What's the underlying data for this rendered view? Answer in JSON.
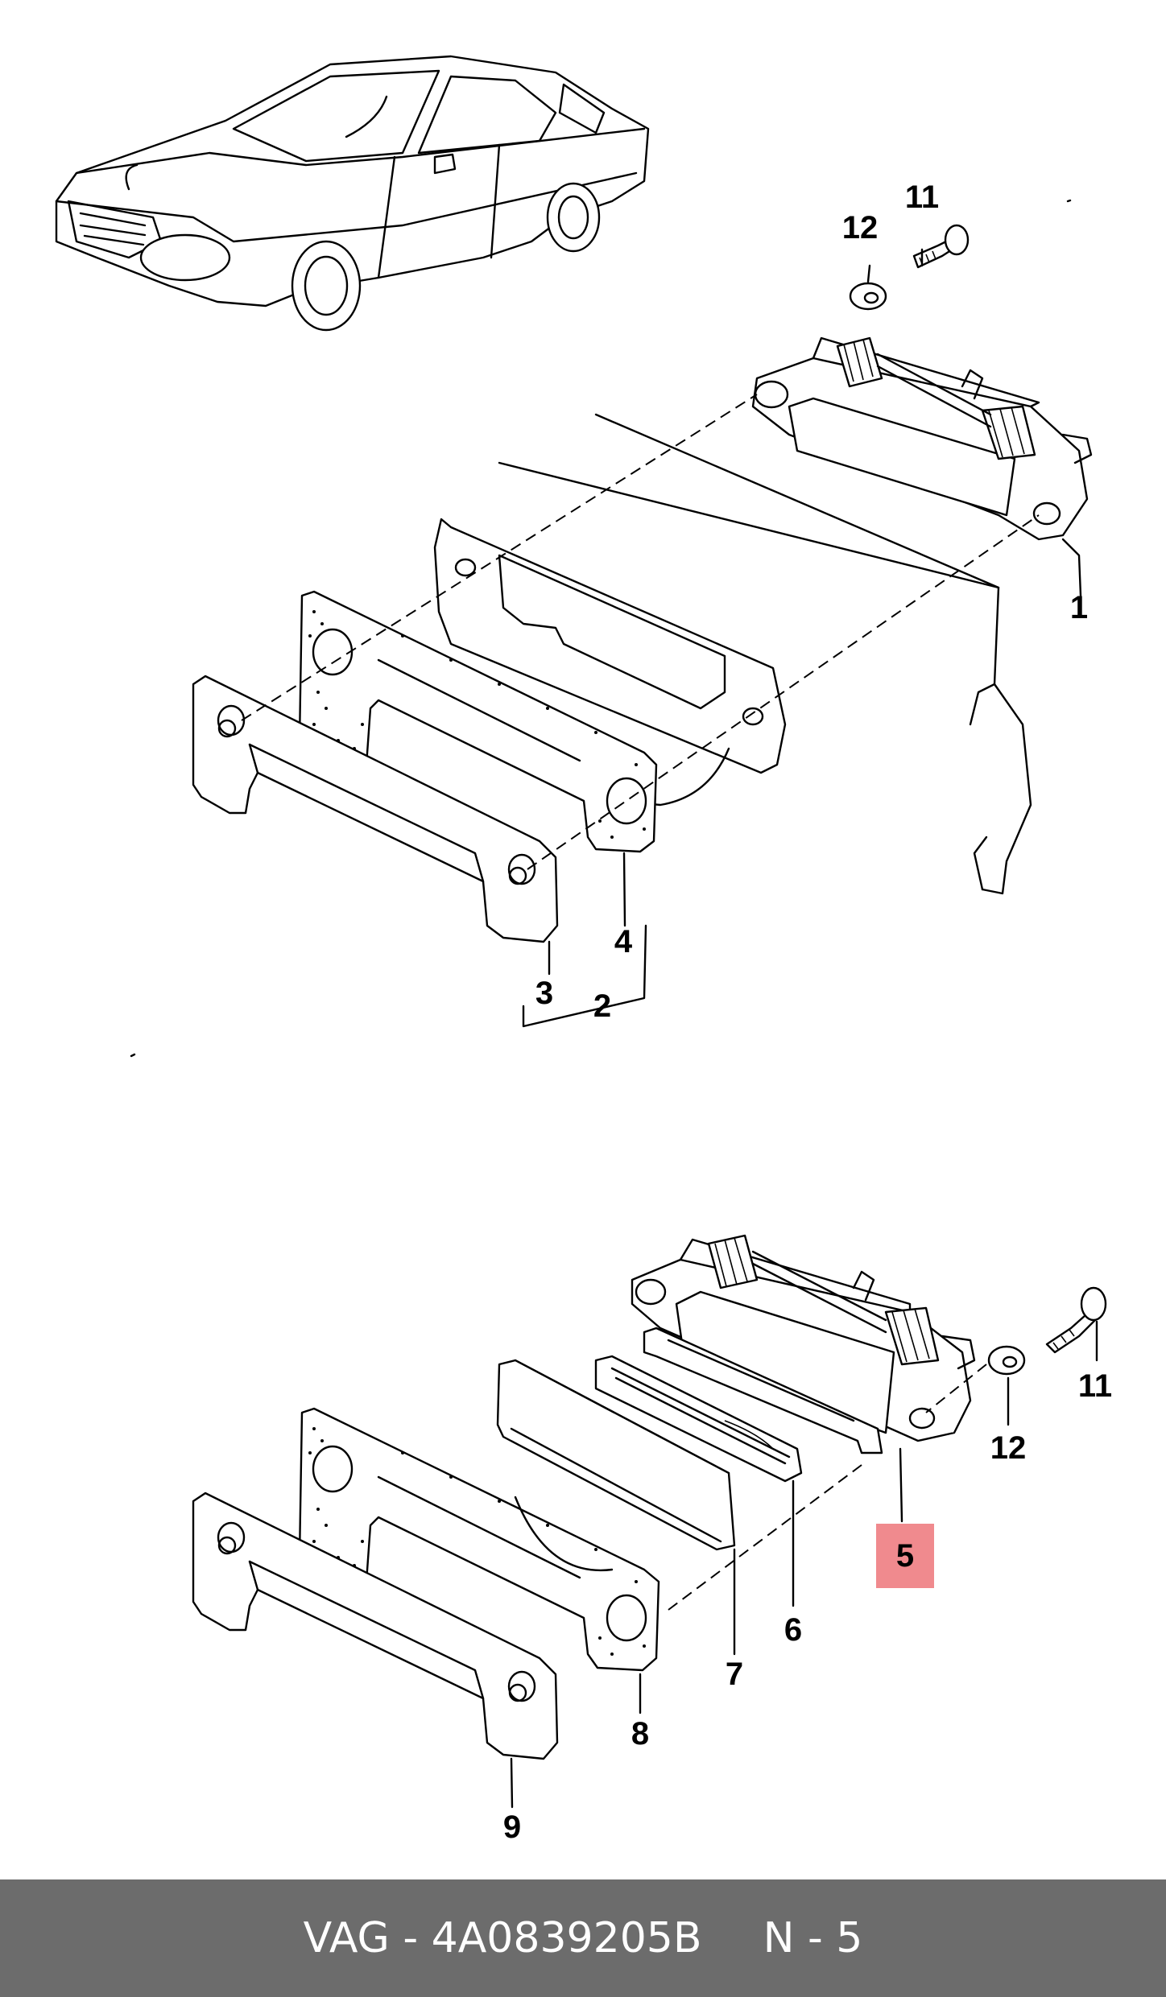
{
  "diagram": {
    "callouts": [
      "1",
      "2",
      "3",
      "4",
      "5",
      "6",
      "7",
      "8",
      "9",
      "11",
      "12",
      "11",
      "12"
    ],
    "highlighted_callout": "5",
    "highlight_color": "#f08a8e"
  },
  "footer": {
    "brand": "VAG",
    "separator": "-",
    "part_number": "4A0839205B",
    "position_label": "N",
    "position_value": "5",
    "background": "#6c6c6c"
  }
}
